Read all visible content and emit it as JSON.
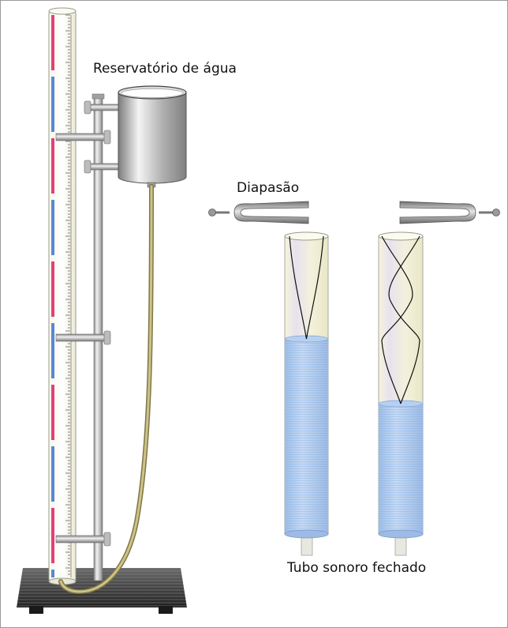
{
  "labels": {
    "reservoir": "Reservatório de água",
    "diapason": "Diapasão",
    "tube": "Tubo sonoro fechado"
  },
  "icons": {
    "ruler": "ruler-icon",
    "reservoir": "reservoir-icon",
    "tuning_fork": "tuning-fork-icon",
    "tube": "tube-icon",
    "hose": "hose-icon",
    "stand": "stand-icon"
  },
  "colors": {
    "water": "#a9c6ec",
    "tube_glass": "#f1f0d4",
    "metal": "#b9b9b9",
    "hose": "#b7ac6a",
    "scale_red": "#e0407a",
    "scale_blue": "#5a86d6",
    "base": "#2c2c2c"
  }
}
